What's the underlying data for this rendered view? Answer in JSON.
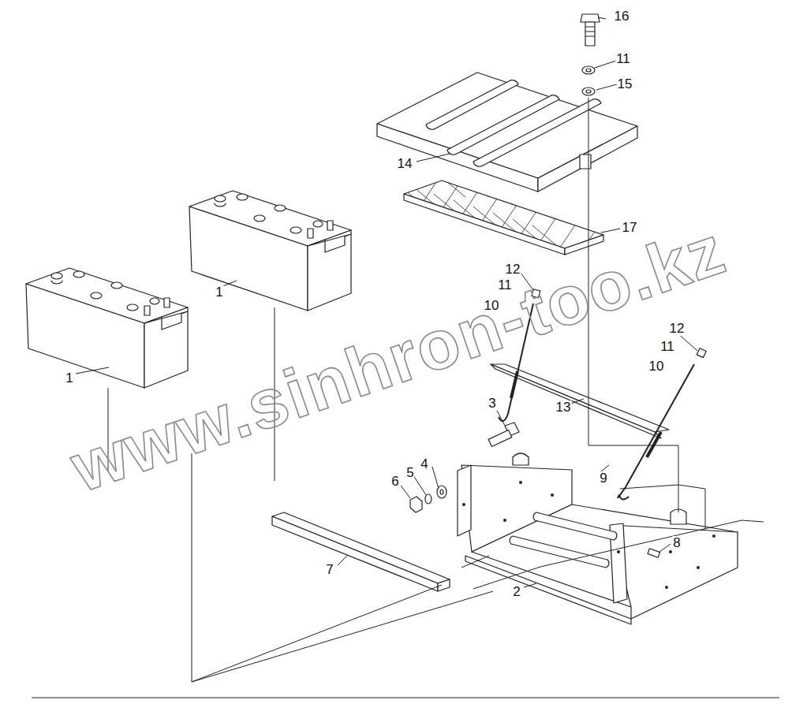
{
  "diagram": {
    "labels": [
      "16",
      "11",
      "15",
      "14",
      "17",
      "1",
      "1",
      "12",
      "11",
      "10",
      "12",
      "11",
      "10",
      "3",
      "13",
      "9",
      "4",
      "5",
      "6",
      "8",
      "7",
      "2",
      "www.sinhron-too.kz"
    ]
  }
}
